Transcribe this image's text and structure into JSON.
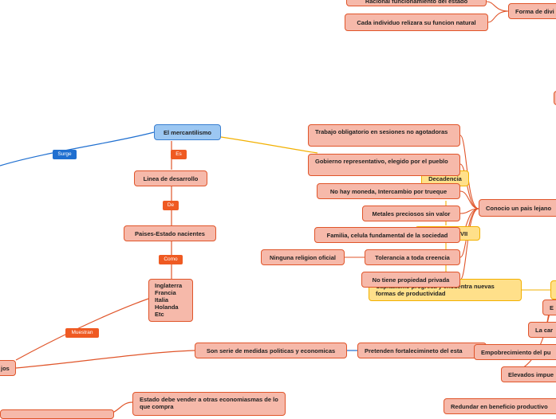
{
  "central": {
    "title": "El mercantilismo"
  },
  "labels": {
    "surge": "Surge",
    "es": "Es",
    "de": "De",
    "como": "Como",
    "muestran": "Muestran"
  },
  "left_branch": {
    "linea": "Linea de desarrollo",
    "paises": "Paises-Estado nacientes",
    "countries": "Inglaterra\nFrancia\nItalia\nHolanda\nEtc",
    "medidas": "Son serie de medidas politicas y economicas",
    "fortalecer": "Pretenden fortalecimineto del esta",
    "estado_vender": "Estado debe vender a otras economiasmas de lo que compra",
    "left_edge": "jos"
  },
  "right_branch": {
    "decadencia": "Decadencia",
    "vii": "VII",
    "items": [
      "Trabajo obligatorio en sesiones no agotadoras",
      "Gobierno representativo, elegido por el pueblo",
      "No hay moneda, Intercambio por trueque",
      "Metales preciosos sin valor",
      "Familia, celula fundamental de la sociedad",
      "Tolerancia a toda creencia",
      "No tiene propiedad privada"
    ],
    "ninguna_religion": "Ninguna religion oficial",
    "conocio": "Conocio un pais lejano",
    "capitalismo": "Capitalismo progresa y encuentra nuevas formas de productividad",
    "top_partial": "Racional funcionamiento del estado",
    "cada_individuo": "Cada individuo relizara su funcion natural",
    "forma_div": "Forma de divi",
    "far_right": [
      "E",
      "La car",
      "Empobrecimiento del pu",
      "Elevados impue",
      "Redundar en beneficio productivo"
    ]
  },
  "colors": {
    "orange_line": "#e0552a",
    "blue_line": "#1f6fd0",
    "yellow_line": "#f2b000"
  }
}
